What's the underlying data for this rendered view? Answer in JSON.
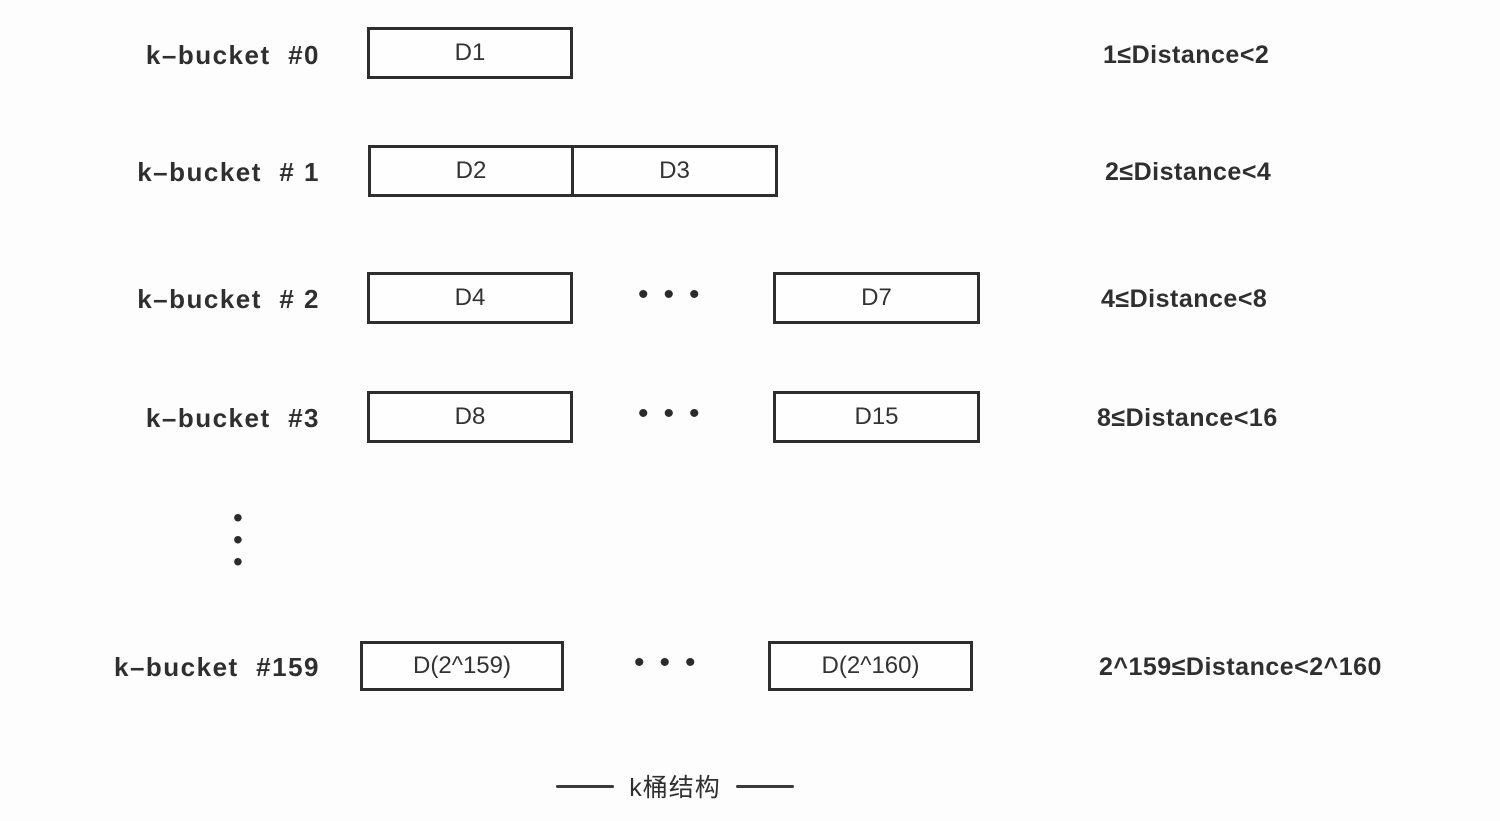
{
  "diagram": {
    "title_caption": "k桶结构",
    "ellipsis_dot": "•",
    "colors": {
      "ink": "#2f2f2f",
      "box_border": "#2e2e2e",
      "background": "#fdfdfd"
    },
    "rows": [
      {
        "label": "k–bucket  #0",
        "boxes": [
          "D1"
        ],
        "has_ellipsis": false,
        "range": "1≤Distance<2"
      },
      {
        "label": "k–bucket  # 1",
        "boxes": [
          "D2",
          "D3"
        ],
        "has_ellipsis": false,
        "range": "2≤Distance<4"
      },
      {
        "label": "k–bucket  # 2",
        "boxes": [
          "D4",
          "D7"
        ],
        "has_ellipsis": true,
        "range": "4≤Distance<8"
      },
      {
        "label": "k–bucket  #3",
        "boxes": [
          "D8",
          "D15"
        ],
        "has_ellipsis": true,
        "range": "8≤Distance<16"
      },
      {
        "label": "k–bucket  #159",
        "boxes": [
          "D(2^159)",
          "D(2^160)"
        ],
        "has_ellipsis": true,
        "range": "2^159≤Distance<2^160"
      }
    ]
  }
}
